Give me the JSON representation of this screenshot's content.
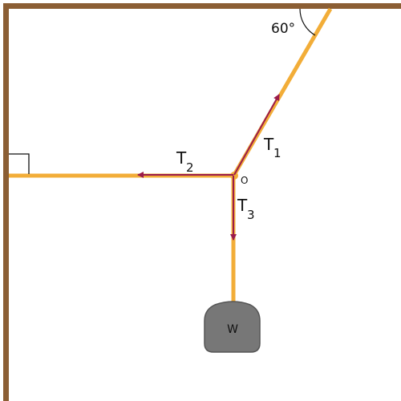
{
  "labels": {
    "angle": "60°",
    "t1_main": "T",
    "t1_sub": "1",
    "t2_main": "T",
    "t2_sub": "2",
    "t3_main": "T",
    "t3_sub": "3",
    "knot": "O",
    "weight": "W"
  },
  "colors": {
    "wall": "#8b5e34",
    "rope": "#f2ad38",
    "vector": "#9b1b4a",
    "weight": "#777777",
    "weight_outline": "#555555"
  }
}
